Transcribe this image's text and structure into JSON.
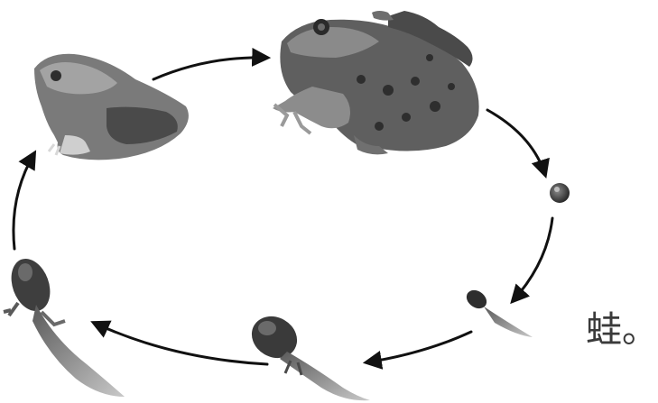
{
  "caption": {
    "text": "蛙。"
  },
  "diagram": {
    "stages": [
      {
        "name": "young-frog"
      },
      {
        "name": "adult-frog"
      },
      {
        "name": "egg"
      },
      {
        "name": "tadpole-early"
      },
      {
        "name": "tadpole-middle"
      },
      {
        "name": "tadpole-with-legs"
      }
    ],
    "arrow_color": "#111111",
    "colors": {
      "frog_dark": "#3a3a3a",
      "frog_mid": "#6b6b6b",
      "frog_light": "#9a9a9a",
      "tadpole_dark": "#2e2e2e",
      "tadpole_tail": "#8a8a8a"
    }
  }
}
